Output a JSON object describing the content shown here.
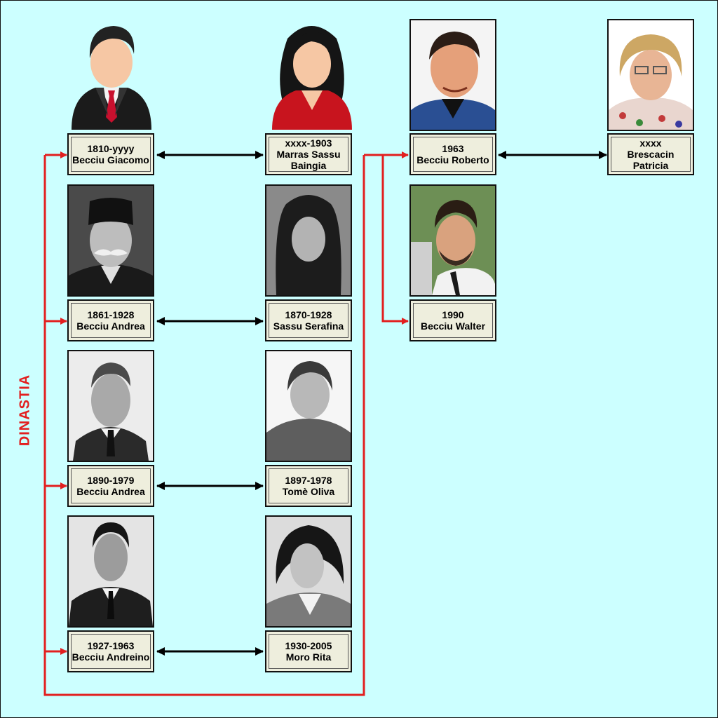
{
  "side_label": "DINASTIA",
  "colors": {
    "background": "#ccffff",
    "dynasty_line": "#e21f1f",
    "marriage_arrow": "#000000",
    "label_fill": "#eeeedd"
  },
  "people": {
    "giacomo": {
      "years": "1810-yyyy",
      "name": "Becciu Giacomo",
      "picture": "male-avatar-icon"
    },
    "baingia": {
      "years": "xxxx-1903",
      "name": "Marras Sassu",
      "name2": "Baingia",
      "picture": "female-avatar-icon"
    },
    "roberto": {
      "years": "1963",
      "name": "Becciu Roberto",
      "picture": "photo"
    },
    "patricia": {
      "years": "xxxx",
      "name": "Brescacin",
      "name2": "Patricia",
      "picture": "photo"
    },
    "andrea1": {
      "years": "1861-1928",
      "name": "Becciu Andrea",
      "picture": "photo"
    },
    "serafina": {
      "years": "1870-1928",
      "name": "Sassu Serafina",
      "picture": "photo"
    },
    "walter": {
      "years": "1990",
      "name": "Becciu Walter",
      "picture": "photo"
    },
    "andrea2": {
      "years": "1890-1979",
      "name": "Becciu Andrea",
      "picture": "photo"
    },
    "oliva": {
      "years": "1897-1978",
      "name": "Tomè Oliva",
      "picture": "photo"
    },
    "andreino": {
      "years": "1927-1963",
      "name": "Becciu Andreino",
      "picture": "photo"
    },
    "rita": {
      "years": "1930-2005",
      "name": "Moro Rita",
      "picture": "photo"
    }
  }
}
